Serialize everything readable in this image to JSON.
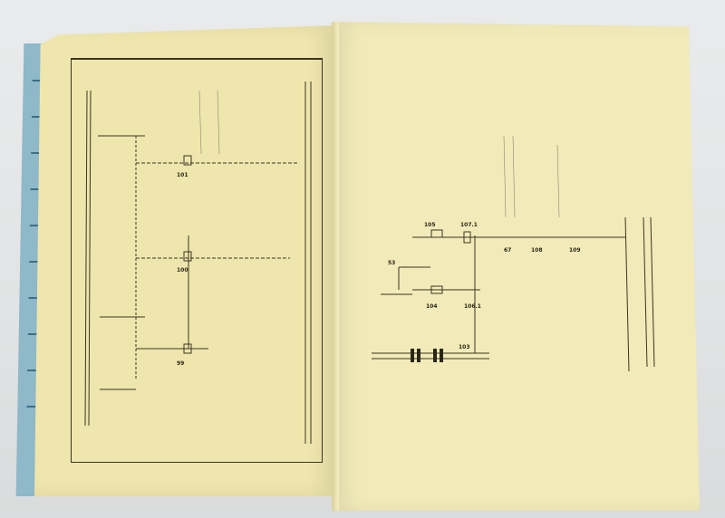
{
  "scene": {
    "description": "Photograph of an open booklet showing electrical circuit schematics",
    "colors": {
      "background": "#e4e6e6",
      "page_left": "#efe6ad",
      "page_right": "#f2ebb9",
      "cover_tab": "#8fb8c9",
      "ink": "#2a2618"
    }
  },
  "left_page": {
    "component_labels": [
      "99",
      "100",
      "101"
    ]
  },
  "right_page": {
    "component_labels": [
      "105",
      "107.1",
      "67",
      "108",
      "109",
      "53",
      "104",
      "106.1",
      "103"
    ]
  }
}
